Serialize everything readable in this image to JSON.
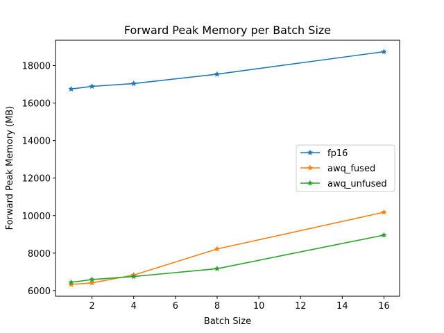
{
  "chart_data": {
    "type": "line",
    "title": "Forward Peak Memory per Batch Size",
    "xlabel": "Batch Size",
    "ylabel": "Forward Peak Memory (MB)",
    "xlim": [
      0.25,
      16.75
    ],
    "ylim": [
      5700,
      19350
    ],
    "xticks": [
      2,
      4,
      6,
      8,
      10,
      12,
      14,
      16
    ],
    "yticks": [
      6000,
      8000,
      10000,
      12000,
      14000,
      16000,
      18000
    ],
    "grid": false,
    "legend_position": "center-right",
    "marker": "star",
    "x": [
      1,
      2,
      4,
      8,
      16
    ],
    "series": [
      {
        "name": "fp16",
        "color": "#1f77b4",
        "values": [
          16750,
          16890,
          17040,
          17540,
          18740
        ]
      },
      {
        "name": "awq_fused",
        "color": "#ff7f0e",
        "values": [
          6330,
          6410,
          6830,
          8220,
          10180
        ]
      },
      {
        "name": "awq_unfused",
        "color": "#2ca02c",
        "values": [
          6440,
          6590,
          6750,
          7170,
          8960
        ]
      }
    ]
  }
}
